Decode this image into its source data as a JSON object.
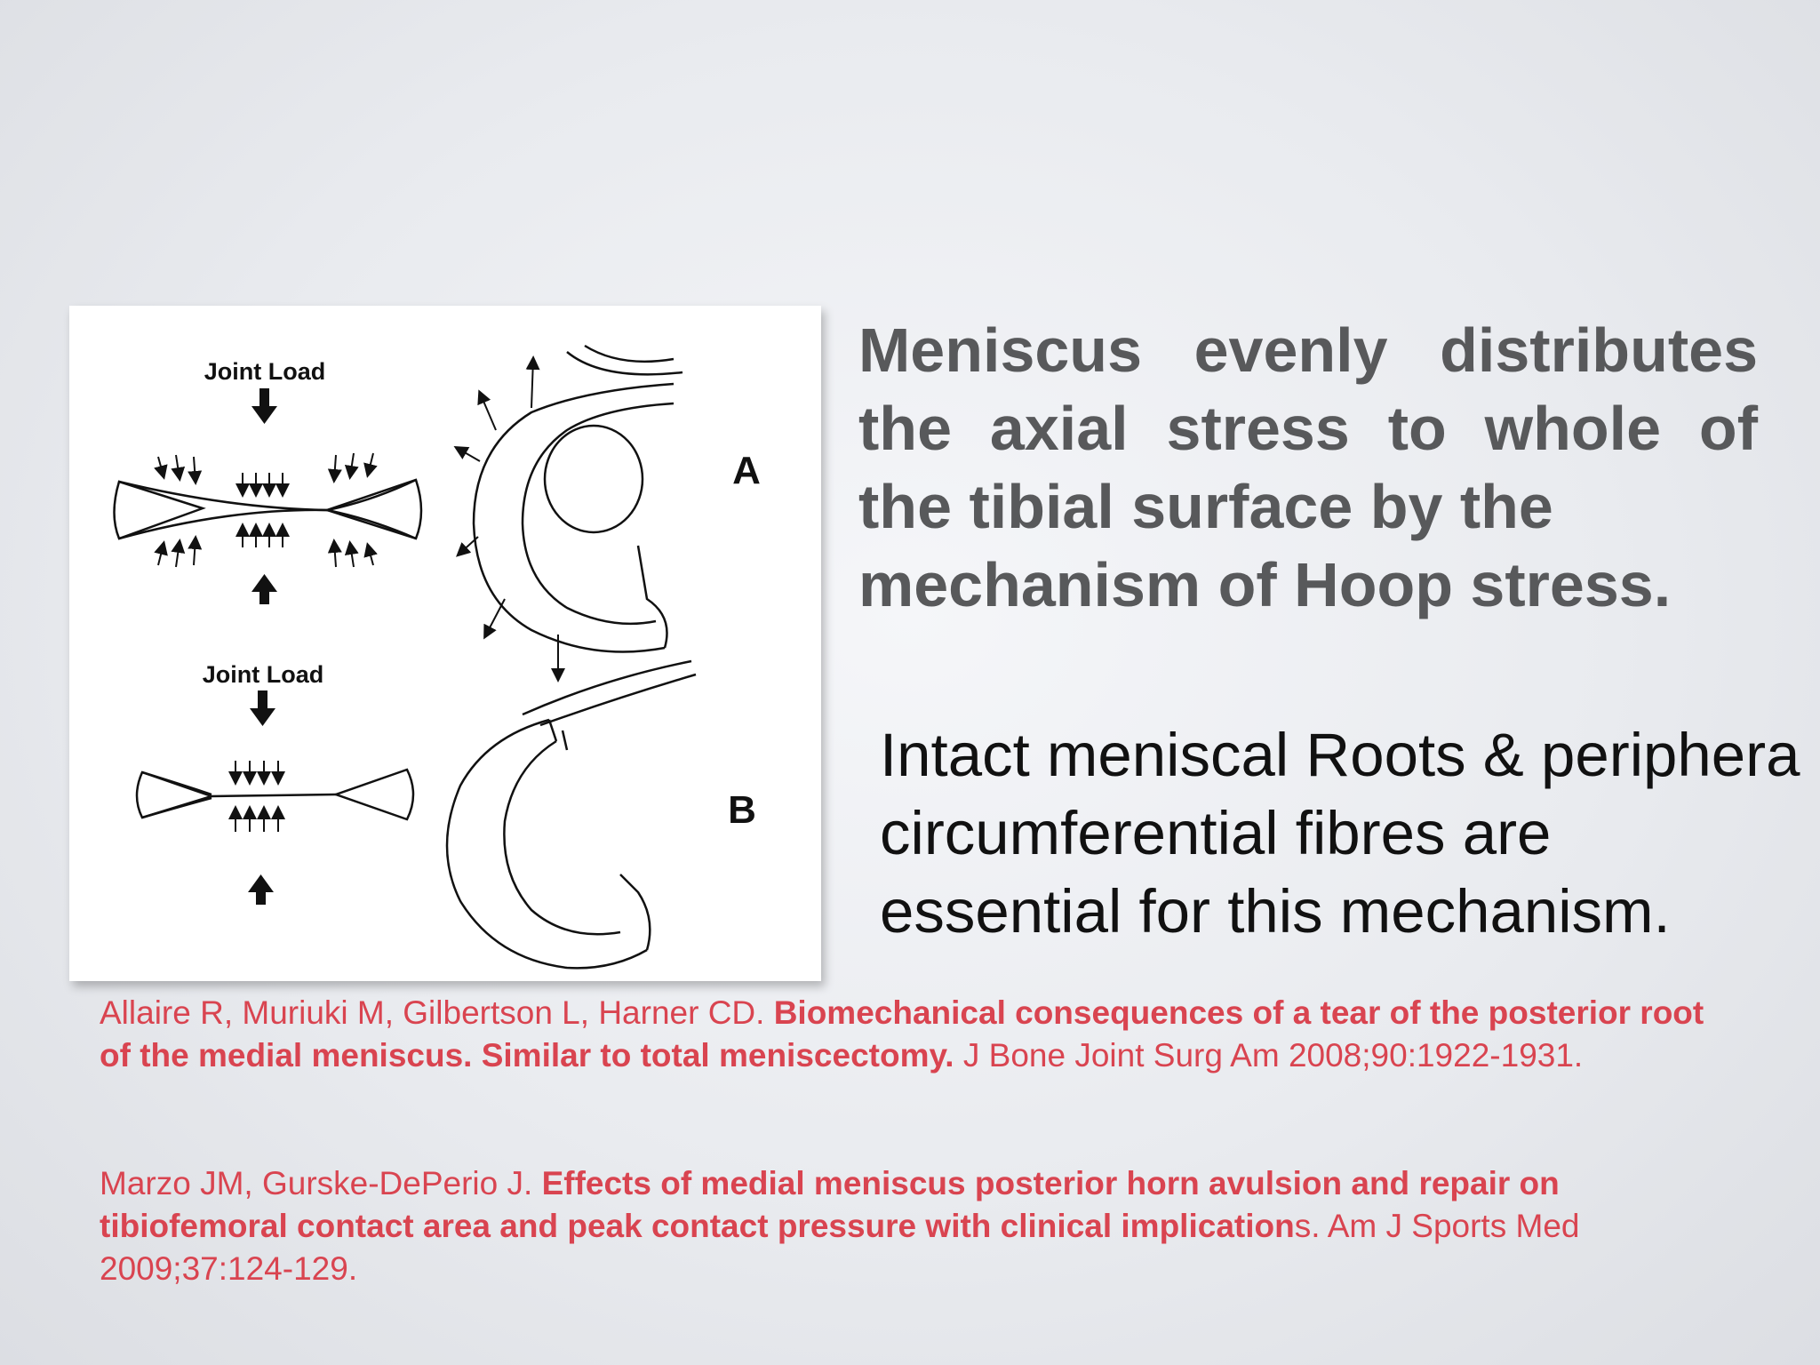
{
  "figure": {
    "panels": [
      {
        "letter": "A",
        "load_label": "Joint Load"
      },
      {
        "letter": "B",
        "load_label": "Joint Load"
      }
    ]
  },
  "text": {
    "hoop_lines": [
      "Meniscus evenly distributes",
      "the axial stress to whole of",
      "the tibial surface by the",
      "mechanism of Hoop stress."
    ],
    "roots_lines": [
      "Intact meniscal Roots & peripheral",
      "circumferential fibres are",
      "essential for this mechanism."
    ]
  },
  "references": [
    {
      "authors": "Allaire R, Muriuki M, Gilbertson L, Harner CD. ",
      "title": "Biomechanical consequences of a tear of the posterior root of the medial meniscus. Similar to total meniscectomy.",
      "citation": " J Bone Joint Surg Am 2008;90:1922-1931."
    },
    {
      "authors": "Marzo JM, Gurske-DePerio J. ",
      "title": "Effects of medial meniscus posterior horn avulsion and repair on tibiofemoral contact area and peak contact pressure with clinical implication",
      "citation": "s. Am J Sports Med 2009;37:124-129."
    }
  ],
  "colors": {
    "heading": "#58595b",
    "body": "#111111",
    "reference": "#d94450"
  }
}
